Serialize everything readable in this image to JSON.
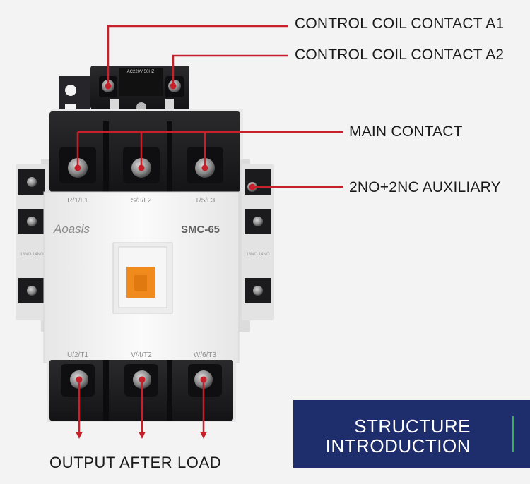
{
  "labels": {
    "coil_a1": "CONTROL COIL CONTACT A1",
    "coil_a2": "CONTROL COIL CONTACT A2",
    "main_contact": "MAIN CONTACT",
    "auxiliary": "2NO+2NC AUXILIARY",
    "output": "OUTPUT AFTER LOAD"
  },
  "product": {
    "brand": "Aoasis",
    "model": "SMC-65",
    "coil_rating": "AC220V 50HZ",
    "terminals_top": [
      "R/1/L1",
      "S/3/L2",
      "T/5/L3"
    ],
    "terminals_bottom": [
      "U/2/T1",
      "V/4/T2",
      "W/6/T3"
    ],
    "aux_marking": "13NO 14NO"
  },
  "badge": {
    "line1": "STRUCTURE",
    "line2": "INTRODUCTION"
  },
  "colors": {
    "background": "#f3f3f3",
    "leader": "#c8202a",
    "badge_bg": "#1e2d6b",
    "badge_accent": "#36b24a",
    "body_white": "#f7f7f7",
    "plastic_black": "#1c1c1e",
    "trip_orange": "#f08a1c"
  }
}
